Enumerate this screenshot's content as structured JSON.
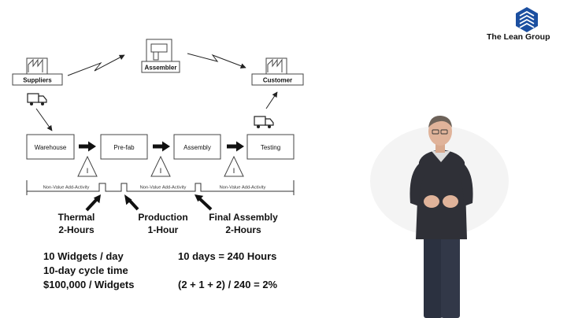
{
  "brand": {
    "name": "The Lean Group",
    "icon": "lean-group-logo-icon"
  },
  "map": {
    "supplier_label": "Suppliers",
    "assembler_label": "Assembler",
    "customer_label": "Customer",
    "process_steps": [
      "Warehouse",
      "Pre-fab",
      "Assembly",
      "Testing"
    ],
    "inventory_label": "I",
    "timeline_nva_label": "Non-Value Add-Activity",
    "value_add_steps": [
      {
        "name": "Thermal",
        "time": "2-Hours"
      },
      {
        "name": "Production",
        "time": "1-Hour"
      },
      {
        "name": "Final Assembly",
        "time": "2-Hours"
      }
    ]
  },
  "stats": {
    "widgets_per_day": "10 Widgets / day",
    "cycle_time": "10-day cycle time",
    "price": "$100,000 / Widgets",
    "total_hours": "10 days = 240 Hours",
    "pce_formula": "(2 + 1 + 2) / 240 = 2%"
  },
  "colors": {
    "accent_blue": "#1b4fa0",
    "line": "#222222",
    "box_border": "#444444"
  }
}
